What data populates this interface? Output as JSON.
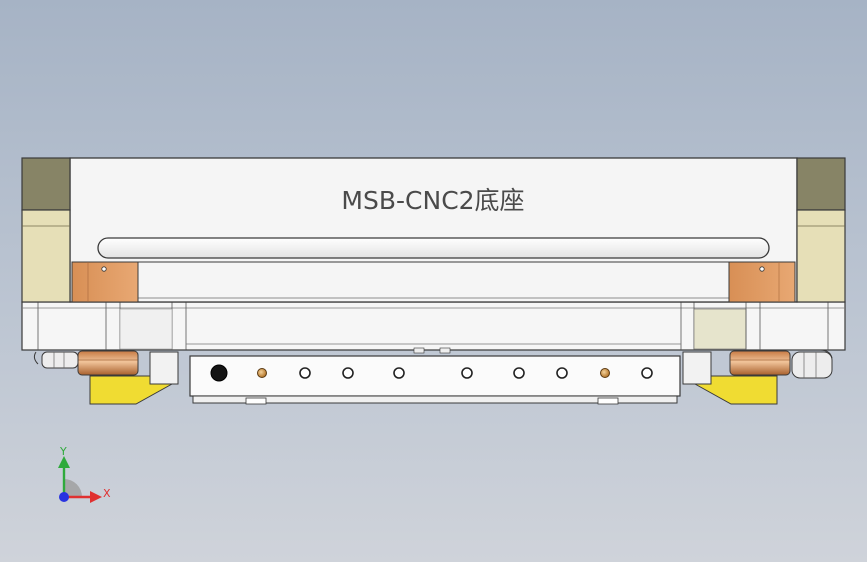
{
  "model": {
    "title": "MSB-CNC2底座",
    "colors": {
      "background_top": "#a6b3c5",
      "background_bottom": "#cfd3da",
      "top_plate": "#f4f4f4",
      "olive_block": "#878466",
      "cream_block": "#e6dfb7",
      "copper_block": "#d0915f",
      "yellow_bracket": "#f0dc32",
      "brass_fitting": "#c98a3e",
      "edge": "#3a3a3a"
    }
  },
  "triad": {
    "x_label": "X",
    "y_label": "Y",
    "x_color": "#e03030",
    "y_color": "#2faa3c",
    "z_color": "#2833e0",
    "icon": "coordinate-triad-icon"
  }
}
